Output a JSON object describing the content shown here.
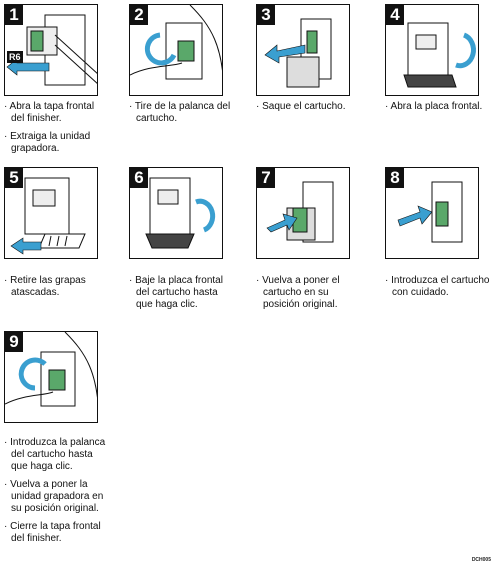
{
  "steps": [
    {
      "number": "1",
      "tag": "R6",
      "captions": [
        "Abra la tapa frontal del finisher.",
        "Extraiga la unidad grapadora."
      ]
    },
    {
      "number": "2",
      "captions": [
        "Tire de la palanca del cartucho."
      ]
    },
    {
      "number": "3",
      "captions": [
        "Saque el cartucho."
      ]
    },
    {
      "number": "4",
      "captions": [
        "Abra la placa frontal."
      ]
    },
    {
      "number": "5",
      "captions": [
        "Retire las grapas atascadas."
      ]
    },
    {
      "number": "6",
      "captions": [
        "Baje la placa frontal del cartucho hasta que haga clic."
      ]
    },
    {
      "number": "7",
      "captions": [
        "Vuelva a poner el cartucho en su posición original."
      ]
    },
    {
      "number": "8",
      "captions": [
        "Introduzca el cartucho con cuidado."
      ]
    },
    {
      "number": "9",
      "captions": [
        "Introduzca la palanca del cartucho hasta que haga clic.",
        "Vuelva a poner la unidad grapadora en su posición original.",
        "Cierre la tapa frontal del finisher."
      ]
    }
  ],
  "figure_code": "DCH005",
  "colors": {
    "arrow_blue": "#3a9fd0",
    "part_green": "#5aa86a",
    "outline": "#111111"
  }
}
